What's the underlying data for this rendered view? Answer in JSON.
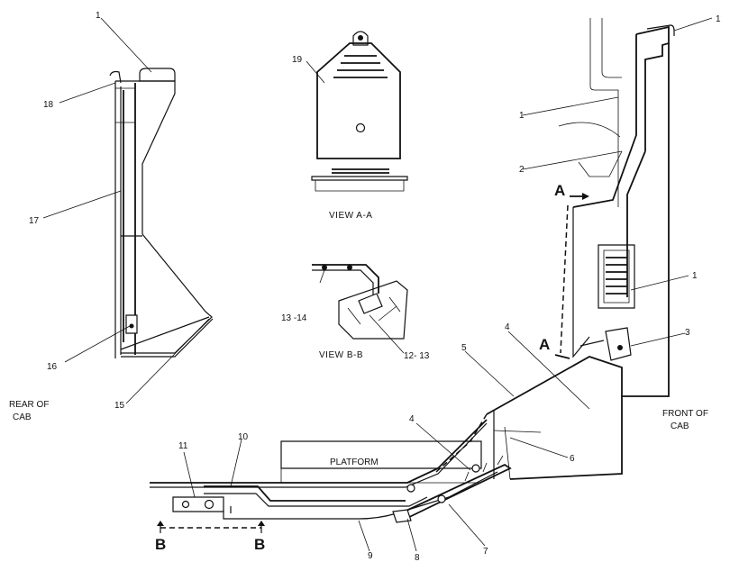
{
  "labels": {
    "rear_of_cab": [
      "REAR OF",
      "CAB"
    ],
    "front_of_cab": [
      "FRONT OF",
      "CAB"
    ],
    "platform": "PLATFORM",
    "view_a_a": "VIEW A-A",
    "view_b_b": "VIEW B-B",
    "section_a": "A",
    "section_b": "B"
  },
  "callouts": {
    "c1_top_left": "1",
    "c1_top_right": "1",
    "c1_right_mid": "1",
    "c1_right_low": "1",
    "c2": "2",
    "c3": "3",
    "c4_upper": "4",
    "c4_lower": "4",
    "c5": "5",
    "c6": "6",
    "c7": "7",
    "c8": "8",
    "c9": "9",
    "c10": "10",
    "c11": "11",
    "c12_13": "12- 13",
    "c13_14": "13 -14",
    "c15": "15",
    "c16": "16",
    "c17": "17",
    "c18": "18",
    "c19": "19"
  }
}
